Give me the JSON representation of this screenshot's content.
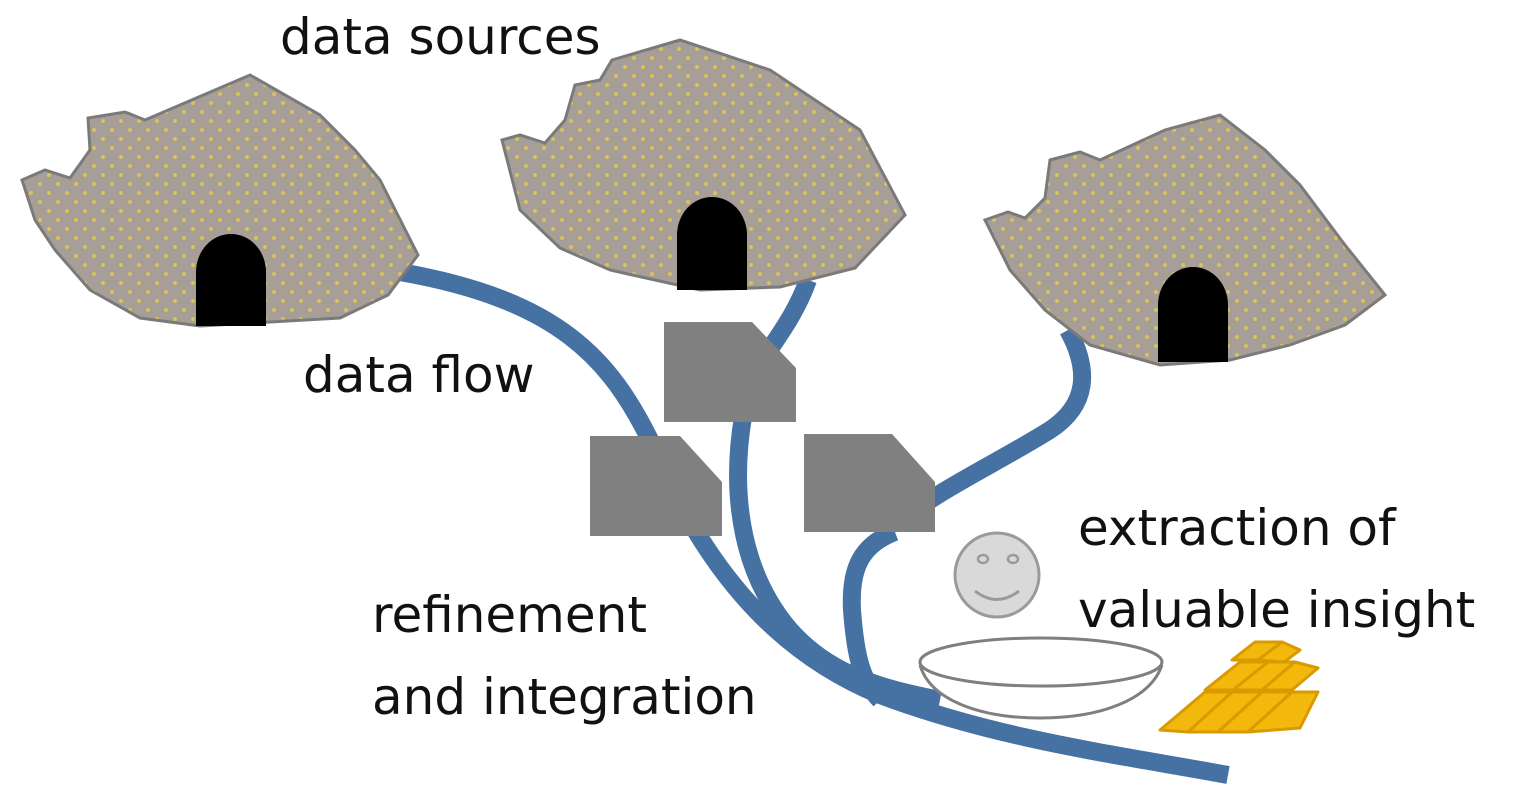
{
  "labels": {
    "data_sources": "data sources",
    "data_flow": "data flow",
    "refinement_line1": "refinement",
    "refinement_line2": "and integration",
    "extraction_line1": "extraction of",
    "extraction_line2": "valuable insight"
  },
  "colors": {
    "mountain_fill": "#a89e98",
    "mountain_dots": "#d8c45a",
    "mountain_stroke": "#7a7a7a",
    "tunnel": "#000000",
    "stream": "#4672a3",
    "refinery": "#808080",
    "face_fill": "#d9d9d9",
    "face_stroke": "#9a9a9a",
    "bowl_stroke": "#7f7f7f",
    "gold": "#f2b90c",
    "gold_edge": "#d99a00"
  }
}
